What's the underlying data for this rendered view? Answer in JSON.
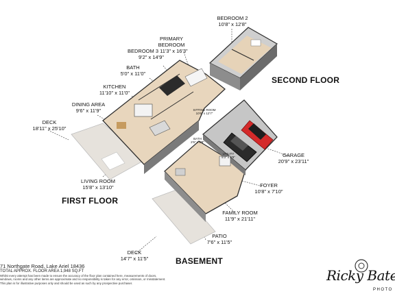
{
  "floors": {
    "first": "FIRST FLOOR",
    "second": "SECOND FLOOR",
    "basement": "BASEMENT"
  },
  "rooms": {
    "bedroom2": {
      "name": "BEDROOM 2",
      "dims": "10'8\" x 12'8\""
    },
    "primary_bedroom": {
      "name1": "PRIMARY",
      "name2": "BEDROOM",
      "dims": "11'3\" x 16'3\""
    },
    "bedroom3": {
      "name": "BEDROOM 3",
      "dims": "9'2\" x 14'9\""
    },
    "bath_first": {
      "name": "BATH",
      "dims": "5'0\" x 11'0\""
    },
    "kitchen": {
      "name": "KITCHEN",
      "dims": "11'10\" x 11'0\""
    },
    "dining": {
      "name": "DINING AREA",
      "dims": "9'6\" x 11'9\""
    },
    "deck_first": {
      "name": "DECK",
      "dims": "18'11\" x 25'10\""
    },
    "living": {
      "name": "LIVING ROOM",
      "dims": "15'8\" x 13'10\""
    },
    "sitting": {
      "name": "SITTING ROOM",
      "dims": "10'6\" x 12'7\""
    },
    "bath_basement": {
      "name": "BATH",
      "dims": "2'6\" x 6'8\""
    },
    "utility": {
      "name": "UTILITY",
      "dims": "5'3\" x 6'9\""
    },
    "garage": {
      "name": "GARAGE",
      "dims": "20'9\" x 23'11\""
    },
    "foyer": {
      "name": "FOYER",
      "dims": "10'8\" x 7'10\""
    },
    "family": {
      "name": "FAMILY ROOM",
      "dims": "11'9\" x 21'11\""
    },
    "patio": {
      "name": "PATIO",
      "dims": "7'6\" x 11'5\""
    },
    "deck_basement": {
      "name": "DECK",
      "dims": "14'7\" x 11'5\""
    }
  },
  "footer": {
    "address": "71 Northgate Road, Lake Ariel 18436",
    "area": "TOTAL APPROX. FLOOR AREA 1,948 SQ.FT",
    "disclaimer1": "Whilst every attempt has been made to ensure the accuracy of the floor plan contained here, measurements of doors,",
    "disclaimer2": "windows, rooms and any other items are approximate and no responsibility is taken for any error, omission, or misstatement.",
    "disclaimer3": "This plan is for illustrative purposes only and should be used as such by any prospective purchaser."
  },
  "logo": {
    "script": "Ricky Bates",
    "sub": "PHOTO"
  },
  "colors": {
    "wall": "#3a3a3a",
    "floor_wood": "#d9c8b0",
    "floor_light": "#eeeeee",
    "deck": "#e8e4de",
    "car_red": "#d42a2a",
    "car_black": "#2b2b2b",
    "garage_floor": "#c8c8c8"
  }
}
